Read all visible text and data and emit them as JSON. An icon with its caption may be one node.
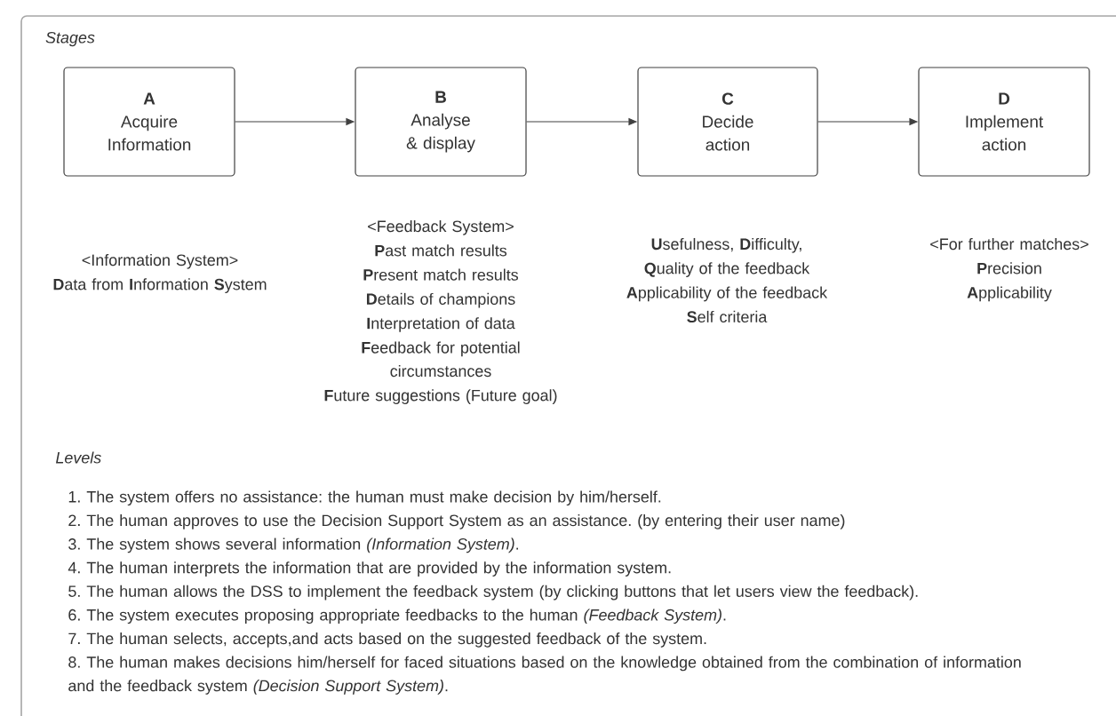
{
  "diagram": {
    "nodes": [
      {
        "text": [
          "Stages"
        ]
      },
      {
        "text": [
          "A",
          "Acquire Information"
        ],
        "in": 0,
        "beside": [
          "<Information System>",
          "**D**ata from **I**nformation **S**ystem"
        ]
      },
      {
        "text": [
          "B",
          "Analyse & display"
        ],
        "in": 0,
        "beside": [
          "<Feedback System>",
          "**P**ast match results",
          "**P**resent match results",
          "**D**etails of champions",
          "**I**nterpretation of data",
          "**F**eedback for potential circumstances",
          "**F**uture suggestions (Future goal)"
        ]
      },
      {
        "text": [
          "C",
          "Decide action"
        ],
        "in": 0,
        "beside": [
          "**U**sefulness, **D**ifficulty,",
          "**Q**uality of the feedback",
          "**A**pplicability of the feedback",
          "**S**elf criteria"
        ]
      },
      {
        "text": [
          "D",
          "Implement action"
        ],
        "in": 0,
        "beside": [
          "<For further matches>",
          "**P**recision",
          "**A**pplicability"
        ]
      }
    ],
    "edges": [
      {
        "from": 1,
        "to": 2,
        "arrow": "to"
      },
      {
        "from": 2,
        "to": 3,
        "arrow": "to"
      },
      {
        "from": 3,
        "to": 4,
        "arrow": "to"
      }
    ],
    "labels": [
      "Levels",
      "1. The system offers no assistance: the human must make decision by him/herself.",
      "2. The human approves to use the Decision Support System as an assistance. (by entering their user name)",
      "3. The system shows several information *(Information System)*.",
      "4. The human interprets the information that are provided by the information system.",
      "5. The human allows the DSS to implement the feedback system (by clicking buttons that let users view the feedback).",
      "6. The system executes proposing appropriate feedbacks to the human *(Feedback System)*.",
      "7. The human selects, accepts,and acts based on the suggested feedback of the system.",
      "8. The human makes decisions him/herself for faced situations based on the knowledge obtained from the combination of information and the feedback system *(Decision Support System)*."
    ]
  }
}
